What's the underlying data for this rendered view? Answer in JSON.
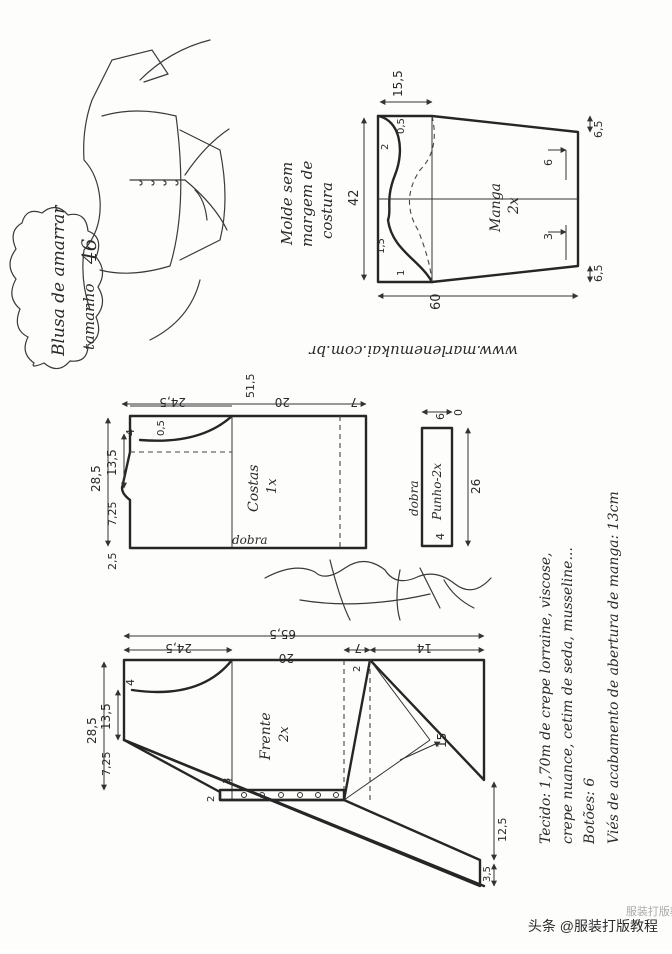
{
  "title": {
    "line1": "Blusa de amarrar",
    "line2": "tamanho",
    "size": "46"
  },
  "mold_note": {
    "line1": "Molde sem",
    "line2": "margem de",
    "line3": "costura"
  },
  "website": "www.marlenemukai.com.br",
  "pieces": {
    "manga": {
      "label": "Manga",
      "qty": "2x",
      "dims": {
        "top_length": "15,5",
        "width": "42",
        "height": "60",
        "end_top": "6,5",
        "end_bottom": "6,5",
        "curve_a": "0,5",
        "curve_b": "2",
        "curve_c": "1,5",
        "curve_d": "1",
        "mark_6": "6",
        "mark_3": "3"
      }
    },
    "costas": {
      "label": "Costas",
      "qty": "1x",
      "fold": "dobra",
      "dims": {
        "total_length": "51,5",
        "part_a": "24,5",
        "part_b": "20",
        "part_c": "7",
        "height": "28,5",
        "neck": "13,5",
        "a1": "7,25",
        "a2": "2,5",
        "a3": "4",
        "curve": "0,5"
      }
    },
    "punho": {
      "label": "Punho-2x",
      "fold": "dobra",
      "dims": {
        "length": "26",
        "width": "6",
        "left": "4",
        "zero": "0"
      }
    },
    "frente": {
      "label": "Frente",
      "qty": "2x",
      "dims": {
        "total_length": "65,5",
        "part_a": "24,5",
        "part_b": "20",
        "part_c": "7",
        "part_d": "14",
        "height": "28,5",
        "neck": "13,5",
        "a1": "7,25",
        "a2": "4",
        "diag": "15",
        "tie": "12,5",
        "tie_end": "3,5",
        "placket_a": "3",
        "placket_b": "2",
        "placket_c": "2"
      }
    }
  },
  "notes": [
    "Tecido: 1,70m de crepe lorraine, viscose,",
    "crepe nuance, cetim de seda, musseline...",
    "Botões: 6",
    "Viés de acabamento de abertura de manga: 13cm"
  ],
  "footer": {
    "source": "头条 @服装打版教程",
    "watermark": "服装打版教程"
  }
}
